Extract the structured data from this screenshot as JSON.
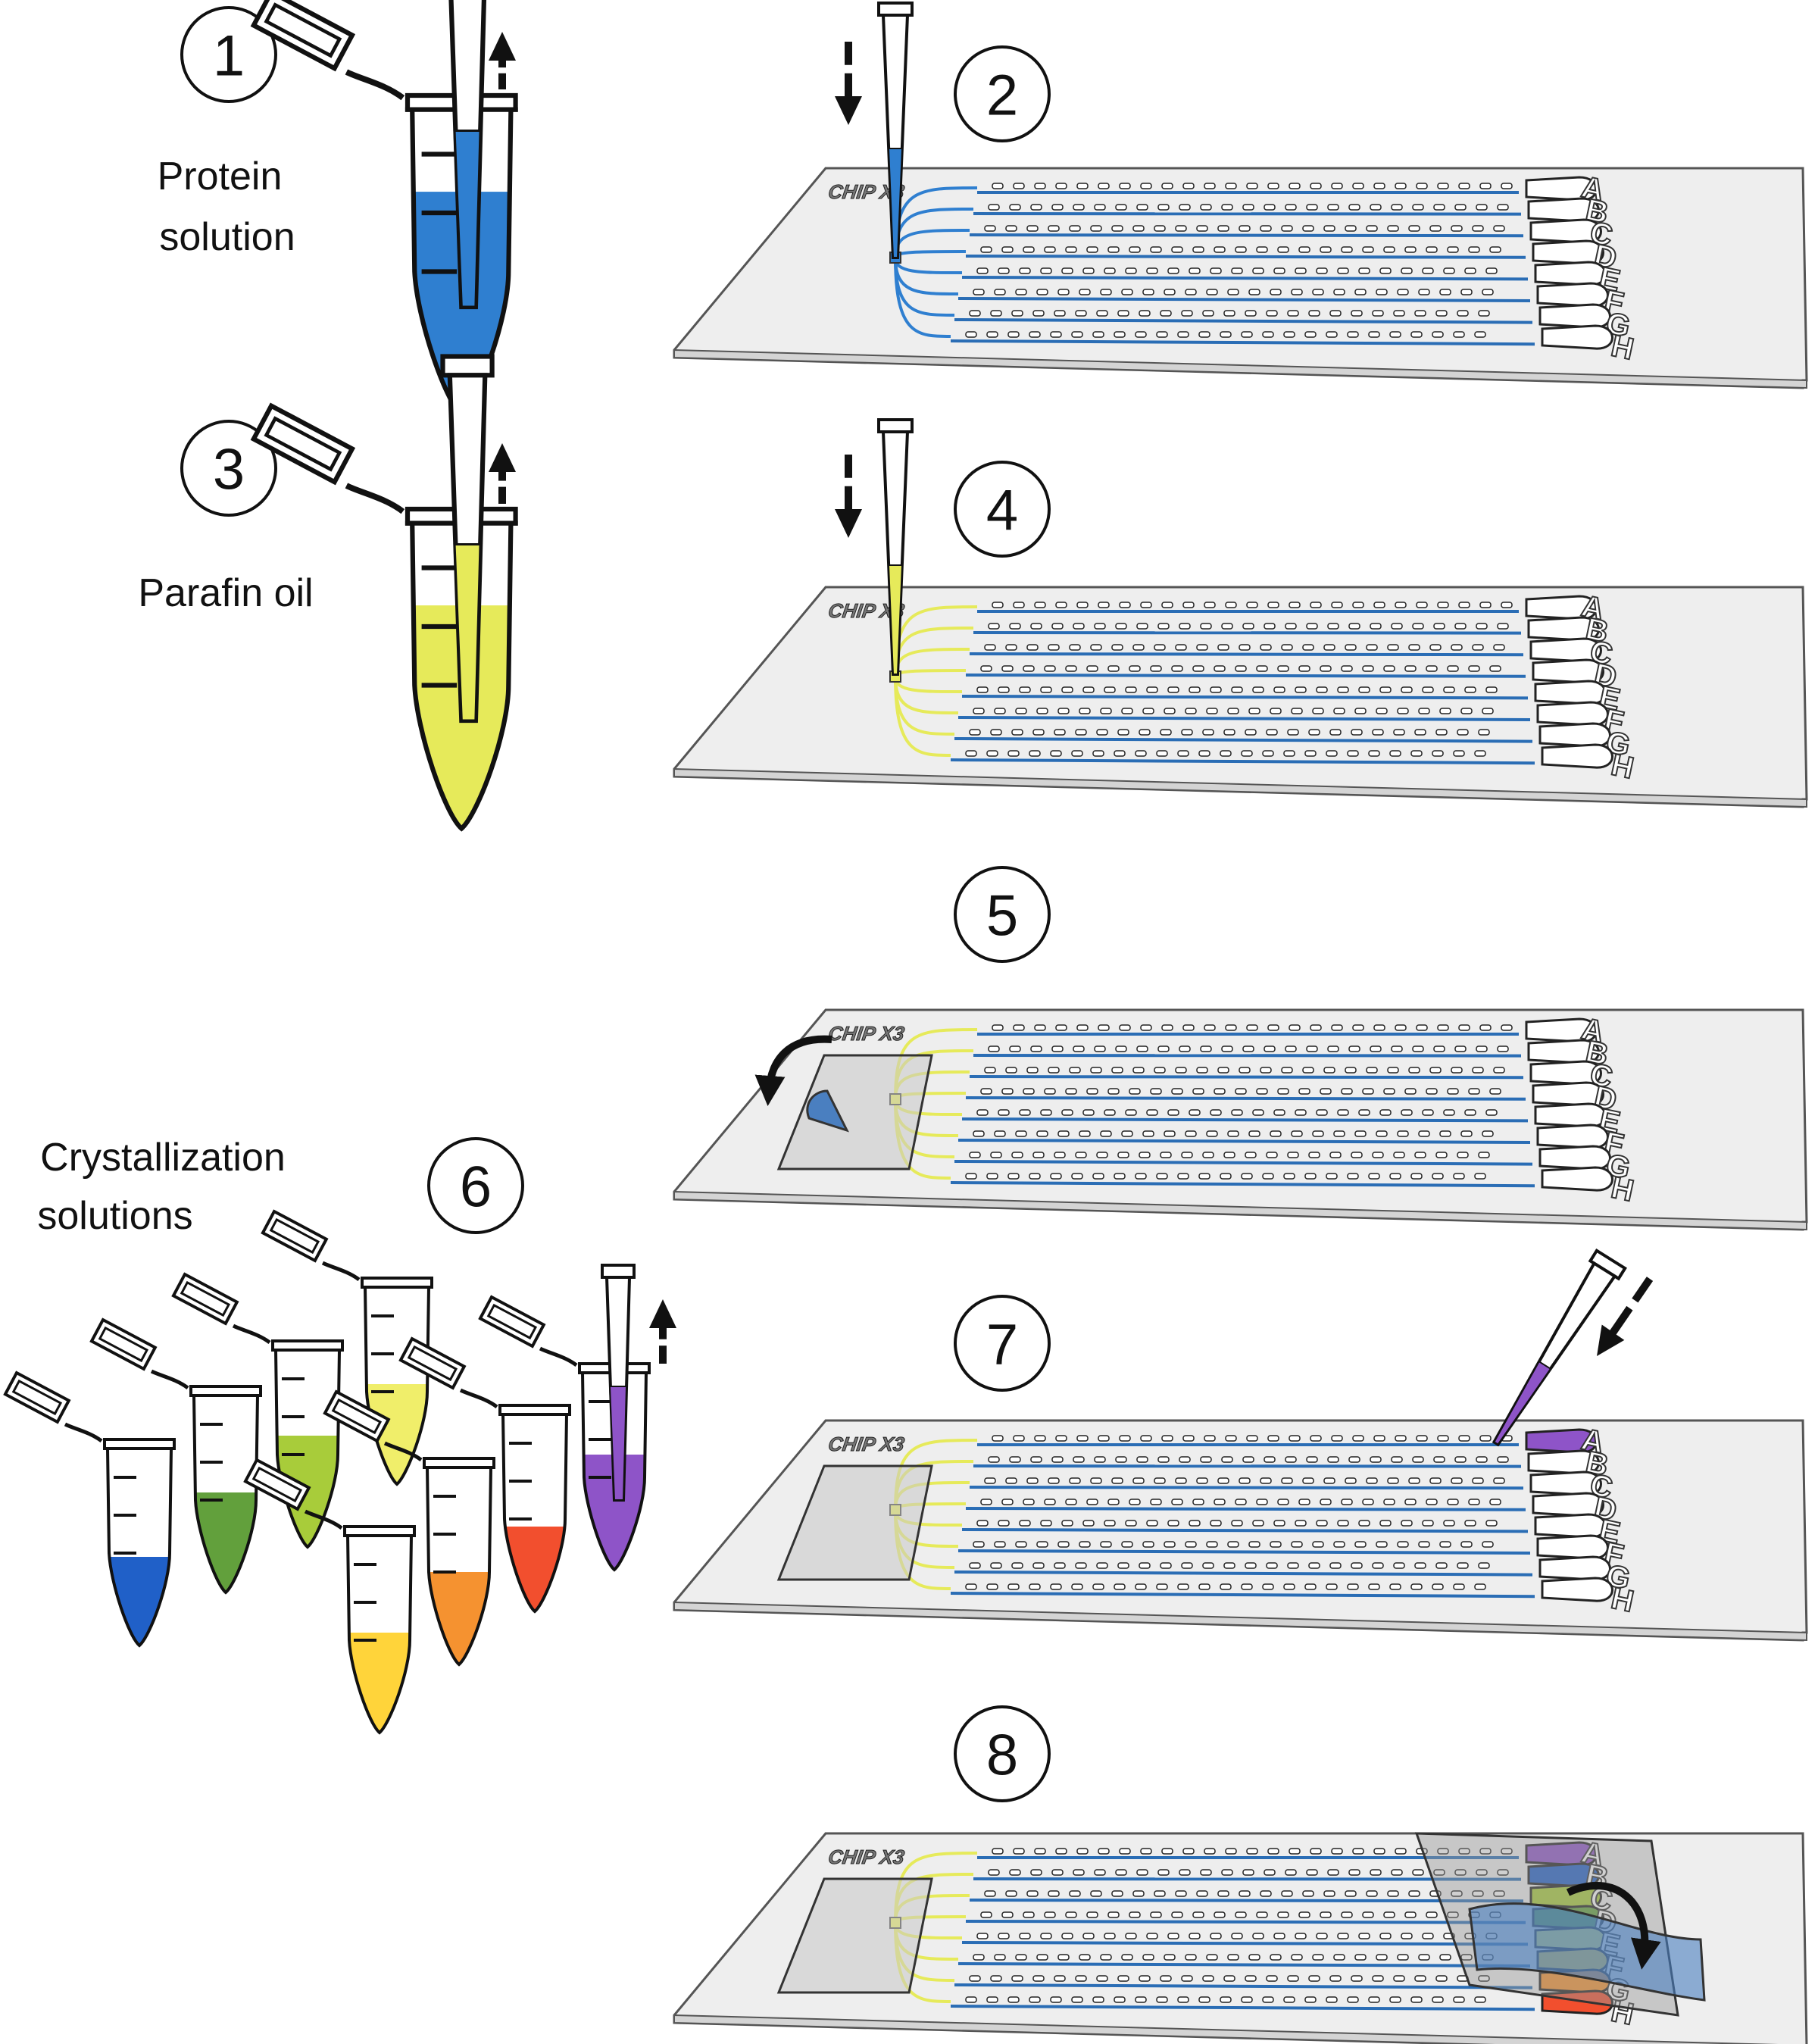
{
  "steps": [
    {
      "number": "1",
      "caption_lines": [
        "Protein",
        "solution"
      ]
    },
    {
      "number": "2"
    },
    {
      "number": "3",
      "caption_lines": [
        "Parafin oil"
      ]
    },
    {
      "number": "4"
    },
    {
      "number": "5"
    },
    {
      "number": "6",
      "caption_lines": [
        "Crystallization",
        "solutions"
      ]
    },
    {
      "number": "7"
    },
    {
      "number": "8"
    }
  ],
  "chip": {
    "title": "CHIP X3",
    "rows": [
      "A",
      "B",
      "C",
      "D",
      "E",
      "F",
      "G",
      "H"
    ]
  },
  "colors": {
    "protein": "#2f7fd0",
    "oil": "#e6ea5a",
    "channel": "#2a6db5",
    "solutions": [
      "#2060c8",
      "#62a03c",
      "#a8cc3a",
      "#f0ee6a",
      "#ffd43a",
      "#f59230",
      "#f24f2e",
      "#8e54c8"
    ]
  },
  "icons": [
    "microcentrifuge-tube-icon",
    "pipette-tip-icon",
    "arrow-up-icon",
    "arrow-down-icon",
    "curved-arrow-icon"
  ]
}
